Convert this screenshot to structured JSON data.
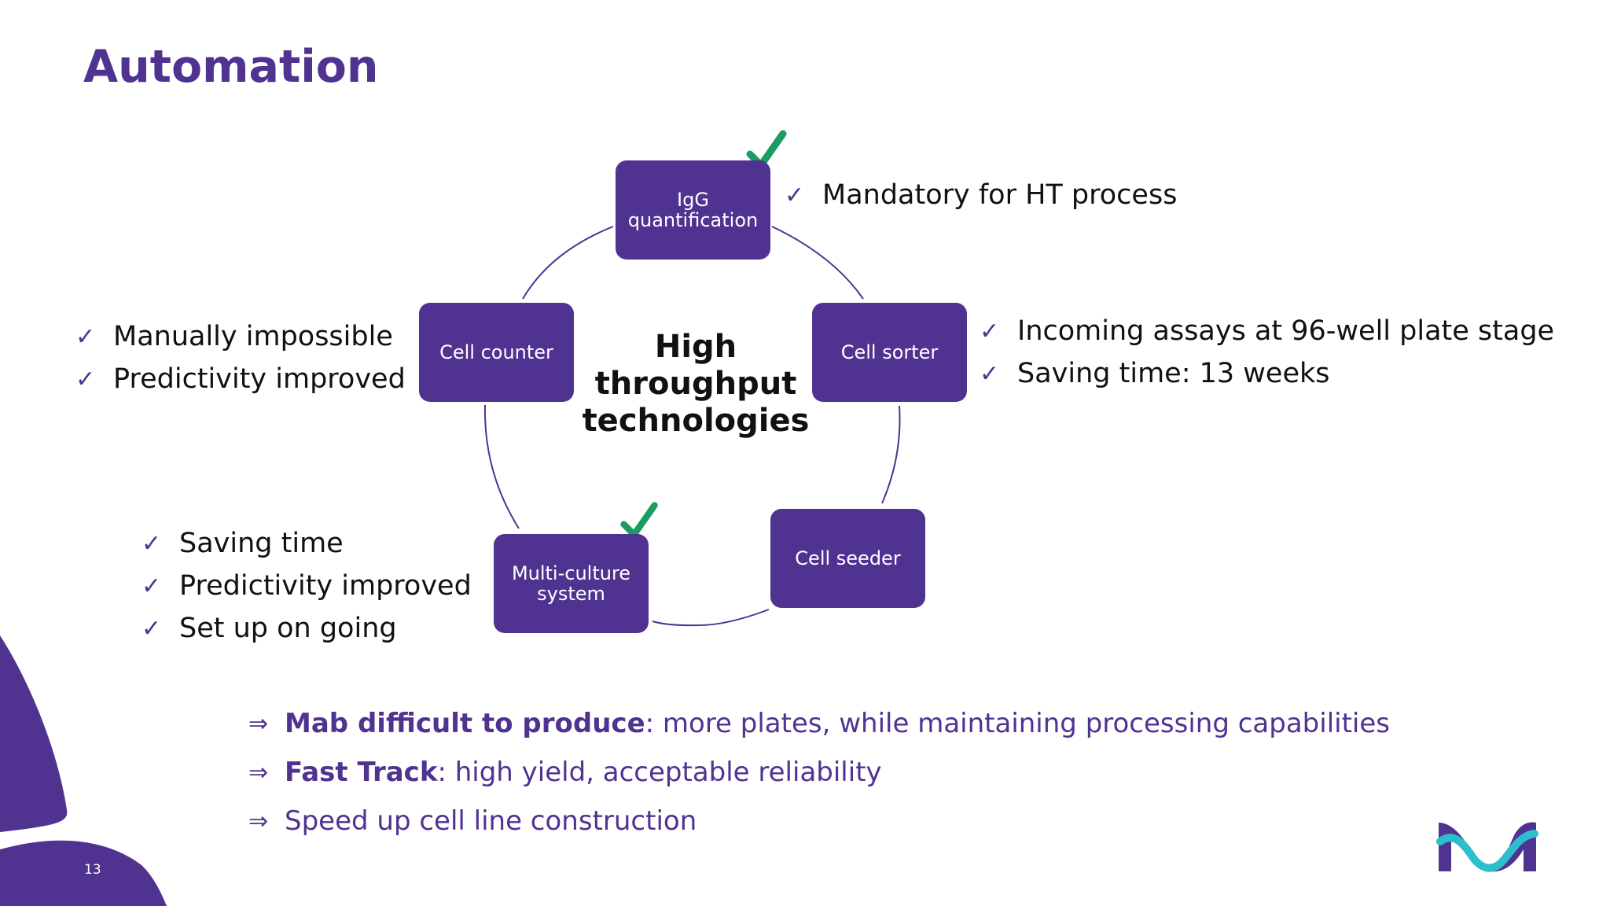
{
  "slide": {
    "title": "Automation",
    "page_number": "13"
  },
  "cycle": {
    "center_lines": [
      "High",
      "throughput",
      "technologies"
    ],
    "nodes": {
      "igg": [
        "IgG",
        "quantification"
      ],
      "cell_sorter": [
        "Cell sorter"
      ],
      "cell_seeder": [
        "Cell seeder"
      ],
      "multi_culture": [
        "Multi-culture",
        "system"
      ],
      "cell_counter": [
        "Cell counter"
      ]
    },
    "checked_nodes": [
      "IgG quantification",
      "Multi-culture system"
    ]
  },
  "notes": {
    "igg": [
      "Mandatory for HT process"
    ],
    "cell_sorter": [
      "Incoming assays at 96-well plate stage",
      "Saving time: 13 weeks"
    ],
    "cell_counter": [
      "Manually impossible",
      "Predictivity improved"
    ],
    "multi_culture": [
      "Saving time",
      "Predictivity improved",
      "Set up on going"
    ]
  },
  "conclusions": [
    {
      "bold": "Mab difficult to produce",
      "text": ": more plates, while maintaining processing capabilities"
    },
    {
      "bold": "Fast Track",
      "text": ": high yield, acceptable reliability"
    },
    {
      "bold": "",
      "text": "Speed up cell line construction"
    }
  ],
  "symbols": {
    "check": "✓",
    "arrow": "⇒"
  },
  "colors": {
    "brand_purple": "#503291",
    "check_green": "#1a9c63",
    "logo_teal": "#2dbecd"
  },
  "icons": [
    "check-mark-icon",
    "implies-arrow-icon",
    "brand-logo-icon"
  ]
}
